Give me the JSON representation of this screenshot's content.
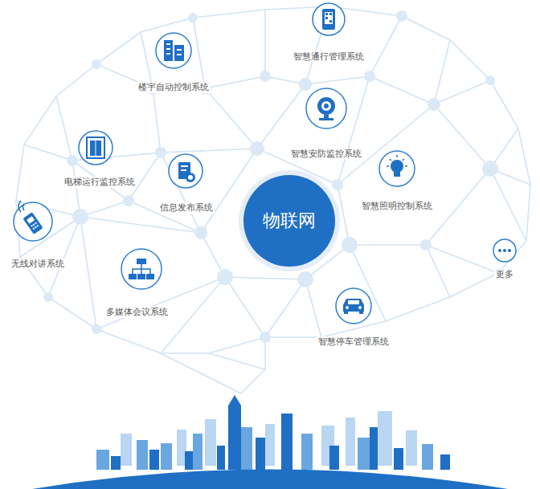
{
  "diagram": {
    "nodes": [
      {
        "text": [
          "智慧通行管理系统"
        ]
      },
      {
        "text": [
          "楼宇自动控制系统"
        ]
      },
      {
        "text": [
          "智慧安防监控系统"
        ]
      },
      {
        "text": [
          "电梯运行监控系统"
        ]
      },
      {
        "text": [
          "信息发布系统"
        ]
      },
      {
        "text": [
          "智慧照明控制系统"
        ]
      },
      {
        "text": [
          "物联网"
        ]
      },
      {
        "text": [
          "无线对讲系统"
        ]
      },
      {
        "text": [
          "更多"
        ]
      },
      {
        "text": [
          "多媒体会议系统"
        ]
      },
      {
        "text": [
          "智慧停车管理系统"
        ]
      }
    ]
  }
}
